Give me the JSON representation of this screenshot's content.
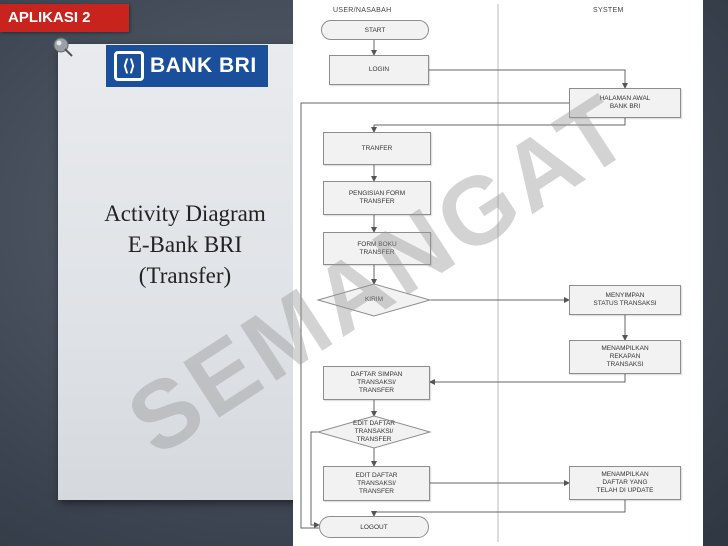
{
  "slide": {
    "tag": "APLIKASI 2",
    "logo_text": "BANK BRI",
    "title_lines": [
      "Activity Diagram",
      "E-Bank BRI",
      "(Transfer)"
    ],
    "watermark": "SEMANGAT"
  },
  "diagram": {
    "lanes": [
      "USER/NASABAH",
      "SYSTEM"
    ],
    "nodes": {
      "start": "START",
      "login": "LOGIN",
      "halaman": "HALAMAN AWAL\nBANK BRI",
      "tranfer": "TRANFER",
      "pengisian": "PENGISIAN FORM\nTRANSFER",
      "form": "FORM BOKU\nTRANSFER",
      "kirim": "KIRIM",
      "menyimpan": "MENYIMPAN\nSTATUS TRANSAKSI",
      "menampilkan_rekapan": "MENAMPILKAN\nREKAPAN\nTRANSAKSI",
      "daftar_simpan": "DAFTAR SIMPAN\nTRANSAKSI/\nTRANSFER",
      "edit_decision": "EDIT DAFTAR\nTRANSAKSI/\nTRANSFER",
      "edit_box": "EDIT DAFTAR\nTRANSAKSI/\nTRANSFER",
      "menampilkan_daftar": "MENAMPILKAN\nDAFTAR YANG\nTELAH DI UPDATE",
      "logout": "LOGOUT"
    }
  }
}
